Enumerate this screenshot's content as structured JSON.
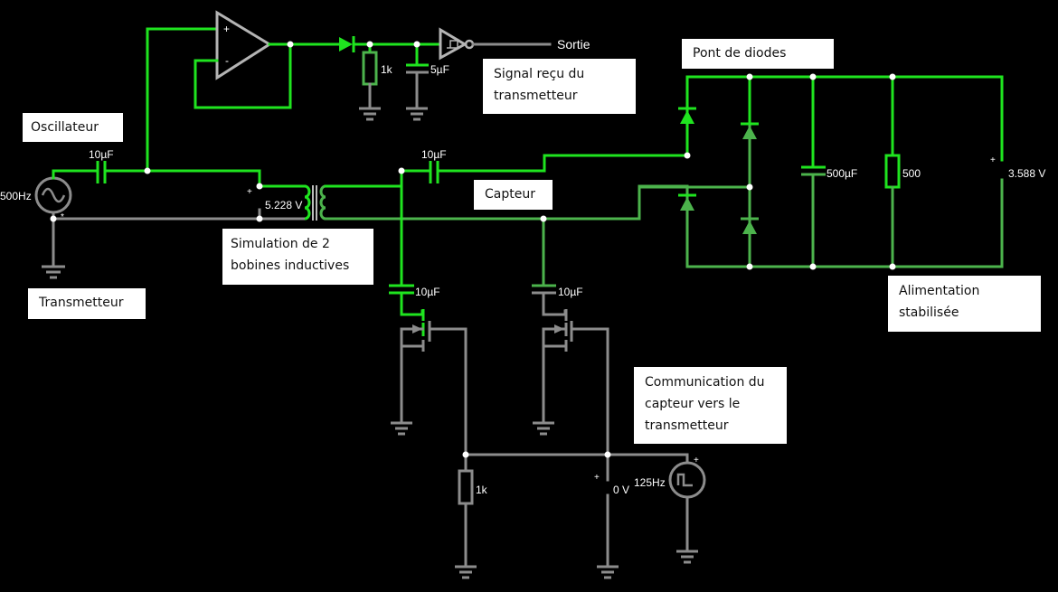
{
  "annotations": {
    "oscillateur": "Oscillateur",
    "transmetteur": "Transmetteur",
    "simulation_line1": "Simulation de 2",
    "simulation_line2": "bobines inductives",
    "signal_line1": "Signal reçu du",
    "signal_line2": "transmetteur",
    "capteur": "Capteur",
    "pont": "Pont de diodes",
    "alim_line1": "Alimentation",
    "alim_line2": "stabilisée",
    "comm_line1": "Communication du",
    "comm_line2": "capteur vers le",
    "comm_line3": "transmetteur"
  },
  "components": {
    "ac_source_freq": "500Hz",
    "ac_source_marker": "*",
    "cap_osc": "10µF",
    "transformer_voltage": "5.228 V",
    "plus_sign": "+",
    "minus_sign": "-",
    "resistor_out": "1k",
    "cap_out": "5µF",
    "output_label": "Sortie",
    "cap_sensor": "10µF",
    "cap_bridge": "500µF",
    "resistor_bridge": "500",
    "dc_voltage": "3.588 V",
    "cap_mos1": "10µF",
    "cap_mos2": "10µF",
    "resistor_bottom": "1k",
    "bottom_voltage": "0 V",
    "square_source_freq": "125Hz"
  },
  "colors": {
    "wire_active": "#1fe41f",
    "wire_low": "#4cb34c",
    "wire_idle": "#8c8c8c",
    "background": "#000000",
    "node": "#ffffff"
  }
}
